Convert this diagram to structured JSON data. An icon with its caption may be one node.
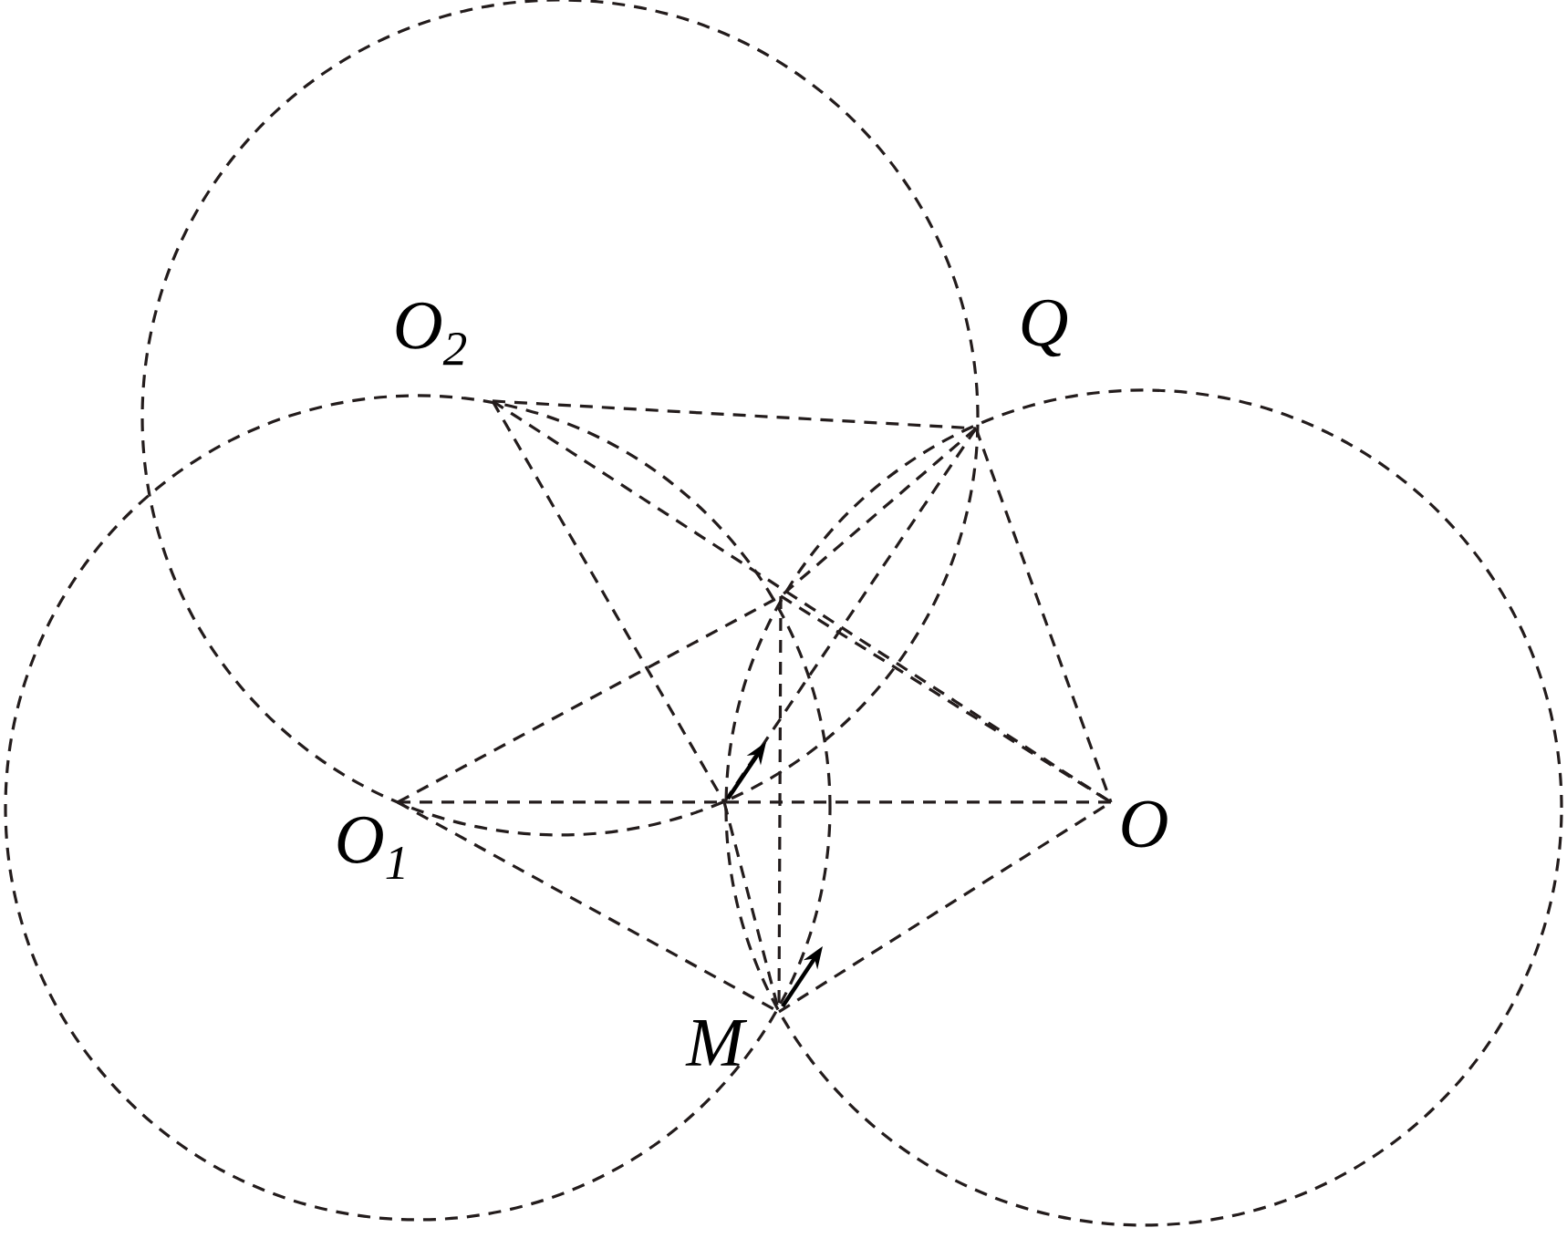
{
  "diagram": {
    "labels": [
      "O$_{2}$",
      "Q",
      "O$_{1}$",
      "O",
      "M"
    ]
  }
}
